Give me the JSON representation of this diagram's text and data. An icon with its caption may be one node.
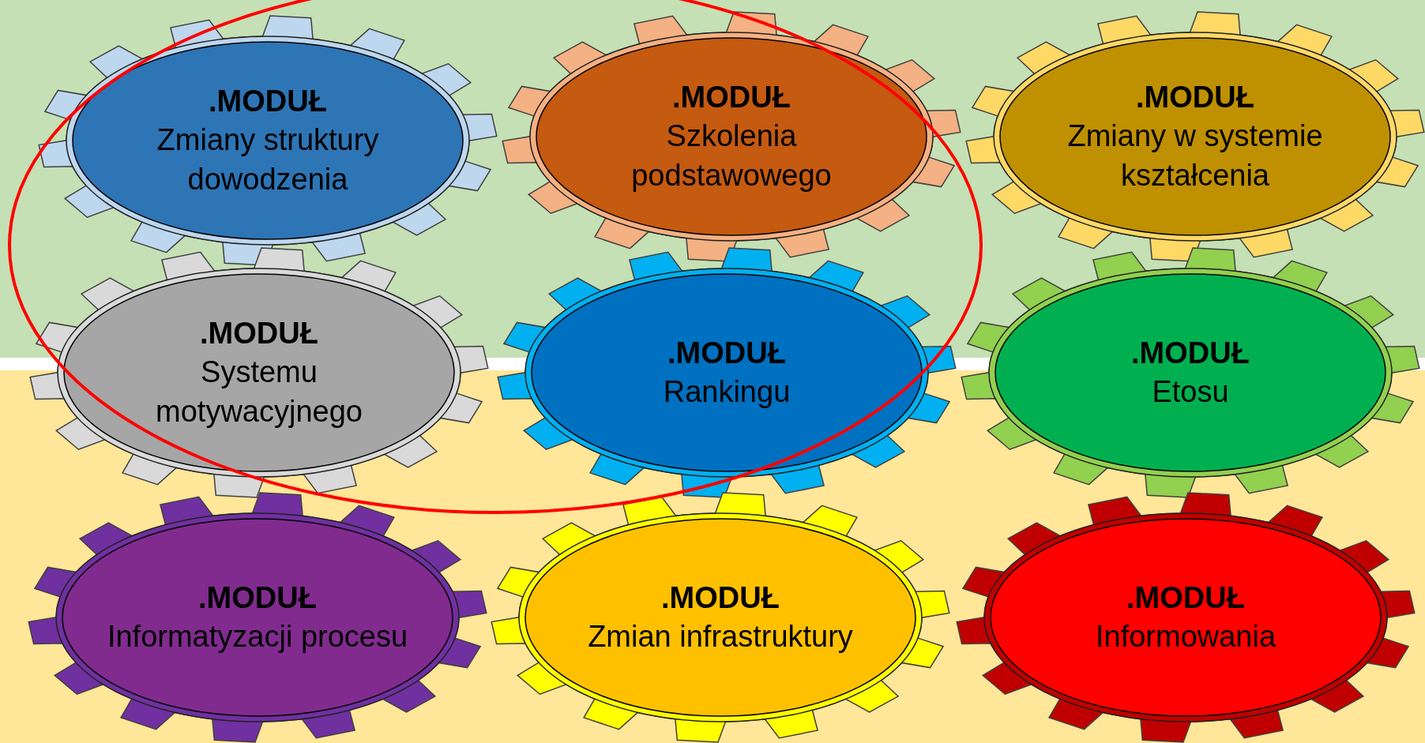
{
  "diagram": {
    "nodes": [
      {
        "text": [
          ".MODUŁ",
          "Zmiany struktury dowodzenia"
        ]
      },
      {
        "text": [
          ".MODUŁ",
          "Szkolenia podstawowego"
        ]
      },
      {
        "text": [
          ".MODUŁ",
          "Zmiany w systemie kształcenia"
        ]
      },
      {
        "text": [
          ".MODUŁ",
          "Systemu motywacyjnego"
        ]
      },
      {
        "text": [
          ".MODUŁ",
          "Rankingu"
        ]
      },
      {
        "text": [
          ".MODUŁ",
          "Etosu"
        ]
      },
      {
        "text": [
          ".MODUŁ",
          "Informatyzacji procesu"
        ]
      },
      {
        "text": [
          ".MODUŁ",
          "Zmian infrastruktury"
        ]
      },
      {
        "text": [
          ".MODUŁ",
          "Informowania"
        ]
      }
    ]
  }
}
